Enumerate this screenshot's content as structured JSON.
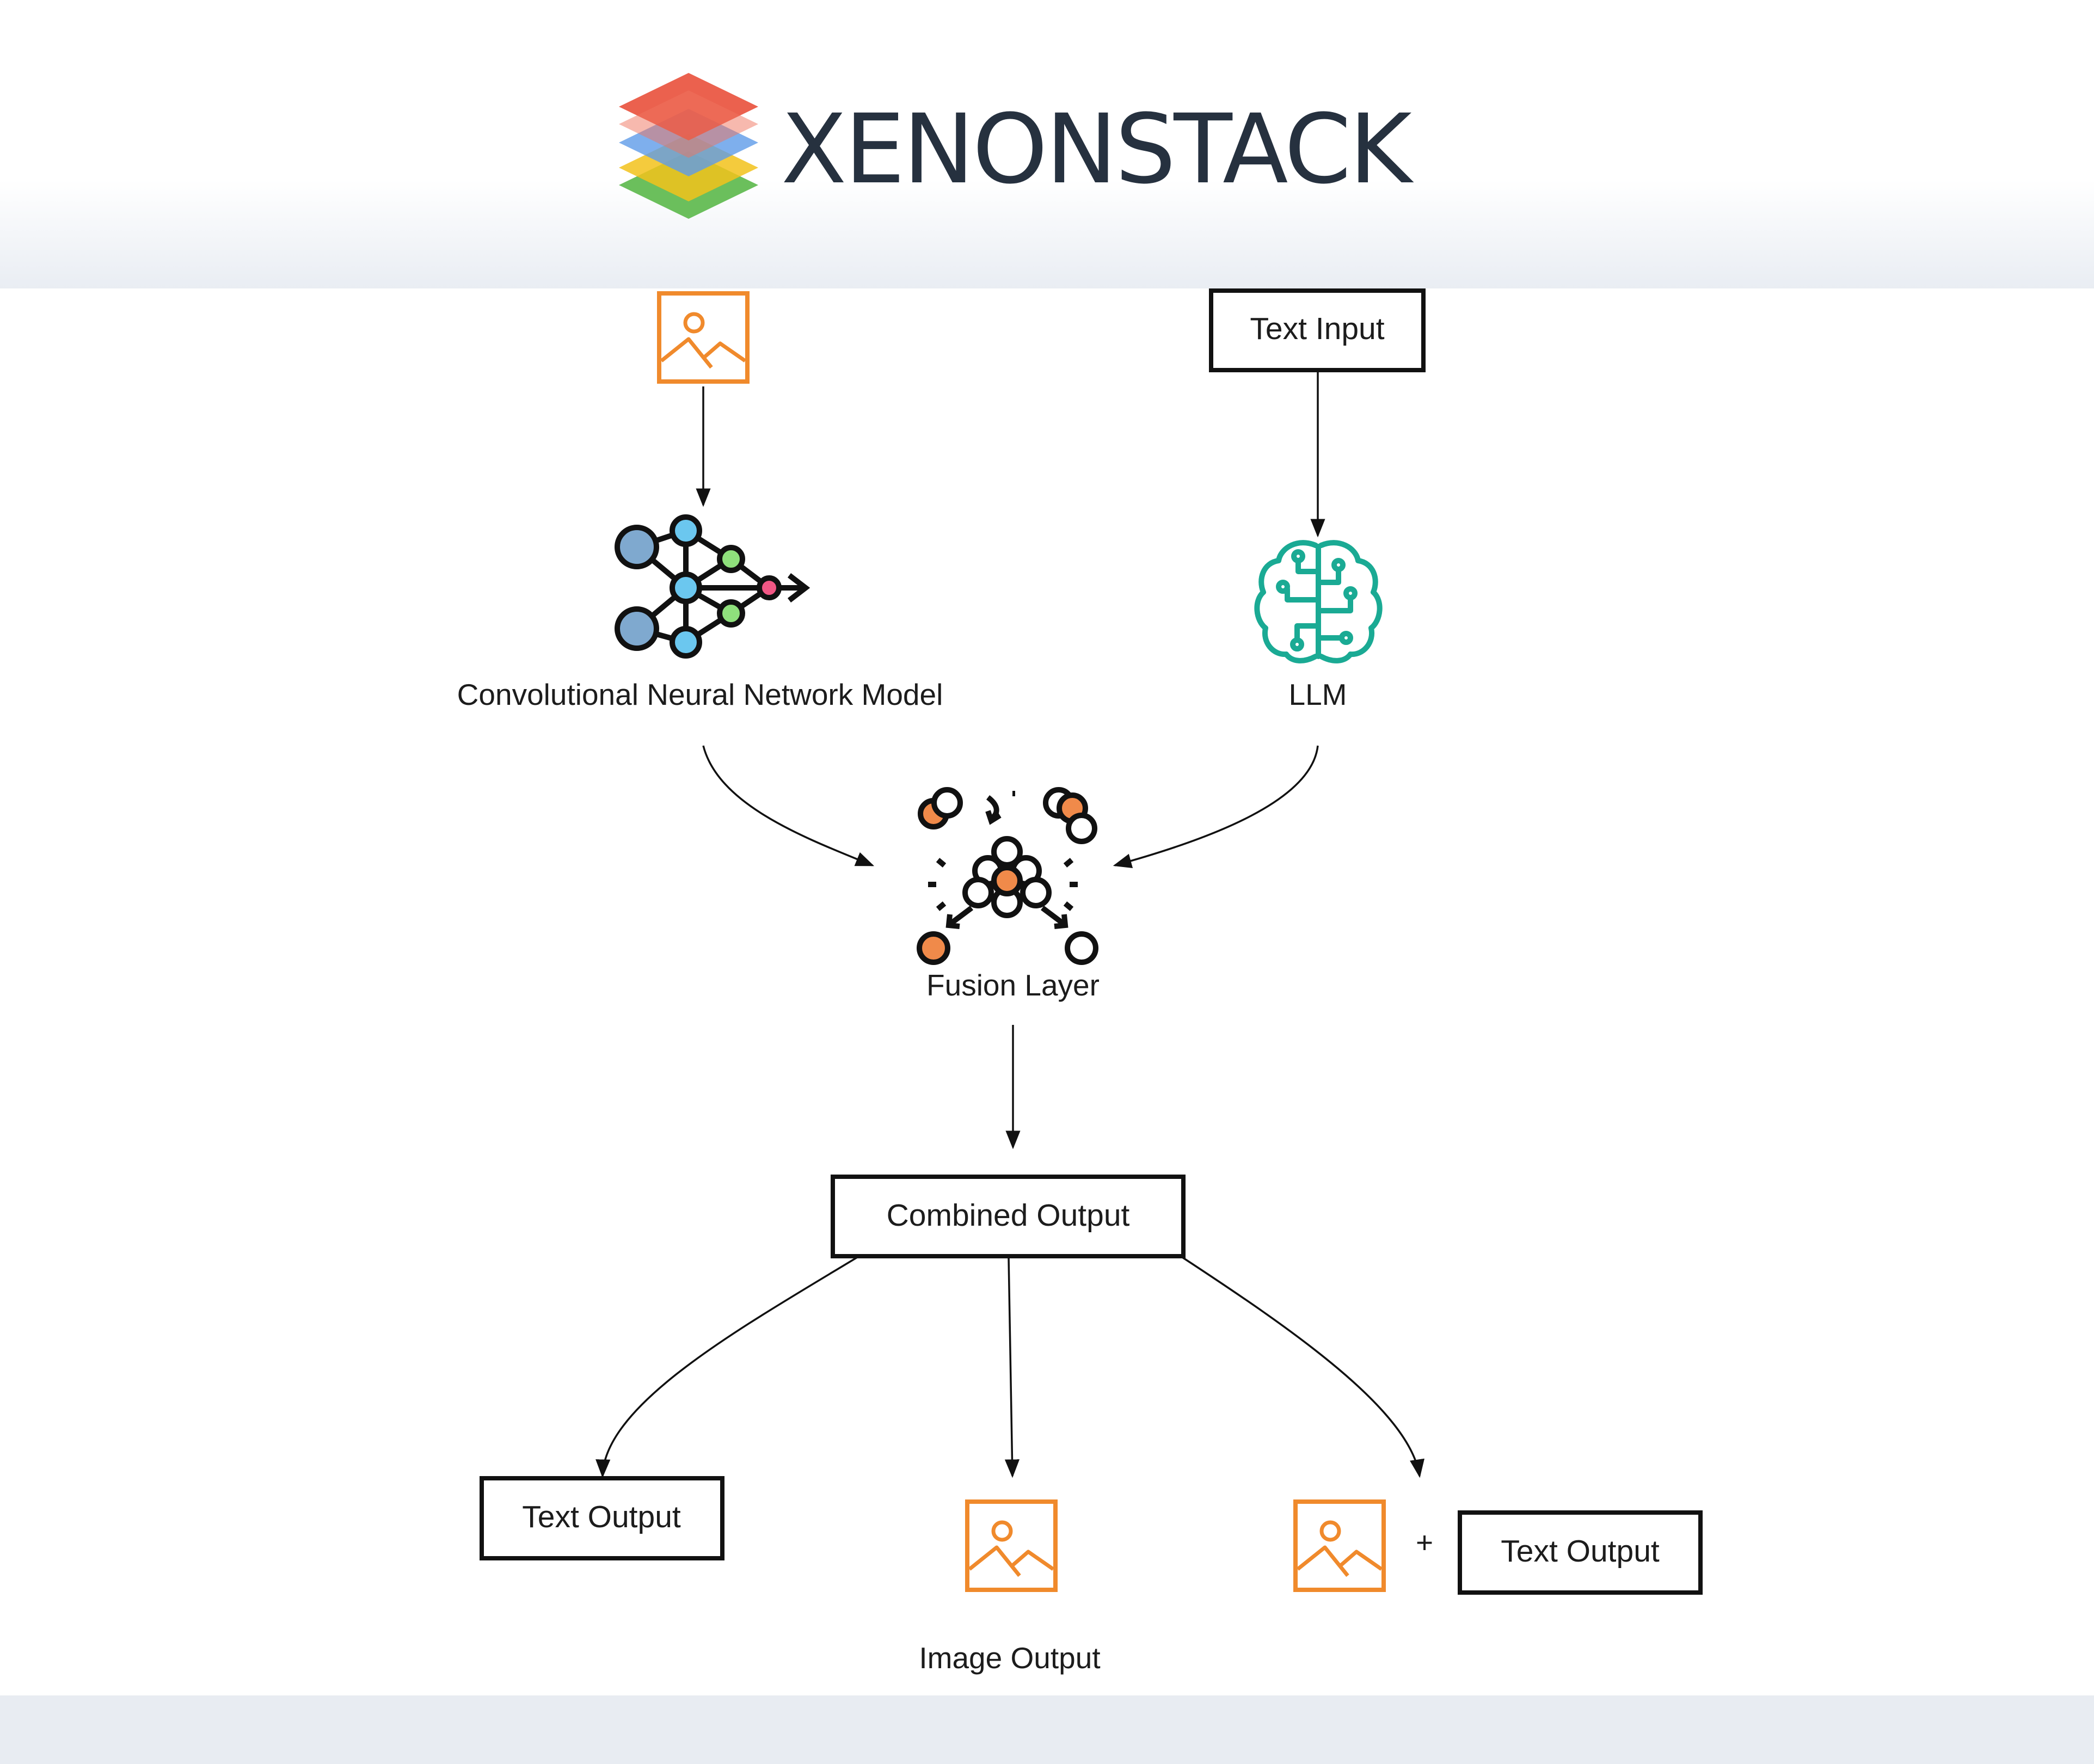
{
  "brand": {
    "name": "XENONSTACK",
    "logo_icon": "layered-stack-logo-icon",
    "colors": [
      "#e8452f",
      "#5e9be8",
      "#f2c21b",
      "#5bb84a"
    ],
    "text_color": "#26313f"
  },
  "diagram": {
    "inputs": {
      "image_icon": "image-icon",
      "text_input": "Text Input"
    },
    "models": {
      "cnn_label": "Convolutional Neural Network Model",
      "cnn_icon": "neural-network-icon",
      "llm_label": "LLM",
      "llm_icon": "brain-circuit-icon"
    },
    "fusion": {
      "label": "Fusion Layer",
      "icon": "fusion-molecules-icon"
    },
    "combined": {
      "label": "Combined Output"
    },
    "outputs": {
      "text_output": "Text Output",
      "image_output": "Image Output",
      "plus": "+",
      "mixed_text_output": "Text Output"
    },
    "colors": {
      "image_icon": "#f08a2c",
      "llm_icon": "#1aaa94",
      "edge": "#111111"
    }
  }
}
